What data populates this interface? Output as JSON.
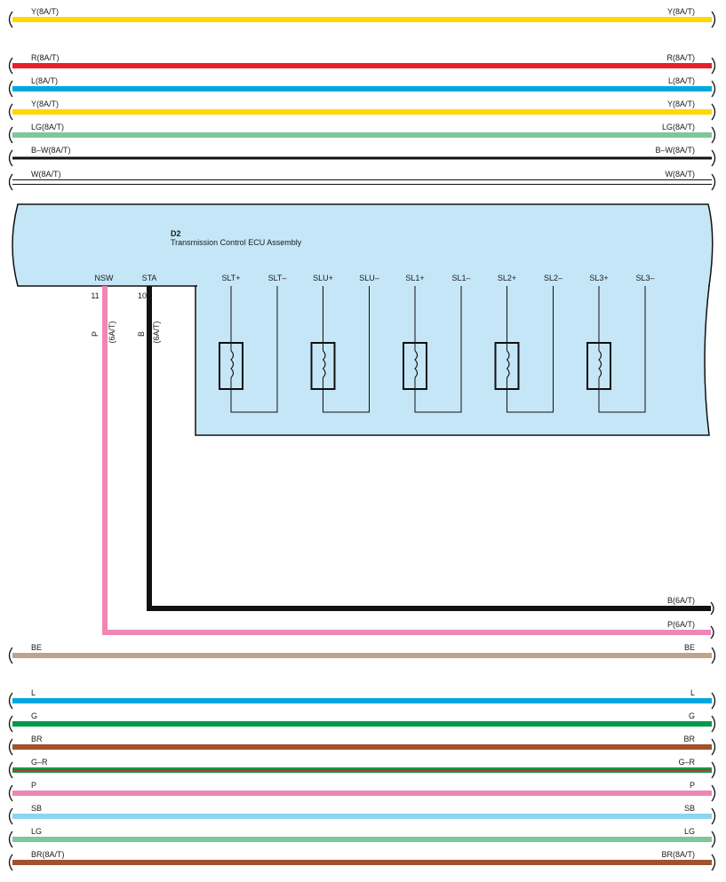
{
  "colors": {
    "Y": "#ffd800",
    "R": "#e8202a",
    "L": "#00a8e0",
    "LG": "#7fc69a",
    "BW": "#000000",
    "W": "#ffffff",
    "P": "#ef86b6",
    "B": "#111111",
    "BE": "#bda48c",
    "G": "#009a48",
    "BR": "#a0522d",
    "GR_green": "#009a48",
    "GR_red": "#e8202a",
    "SB": "#8ed3ef",
    "ecu_fill": "#c5e6f7"
  },
  "top_wires": [
    {
      "label_left": "Y(8A/T)",
      "label_right": "Y(8A/T)",
      "color": "Y"
    },
    {
      "label_left": "R(8A/T)",
      "label_right": "R(8A/T)",
      "color": "R"
    },
    {
      "label_left": "L(8A/T)",
      "label_right": "L(8A/T)",
      "color": "L"
    },
    {
      "label_left": "Y(8A/T)",
      "label_right": "Y(8A/T)",
      "color": "Y"
    },
    {
      "label_left": "LG(8A/T)",
      "label_right": "LG(8A/T)",
      "color": "LG"
    },
    {
      "label_left": "B–W(8A/T)",
      "label_right": "B–W(8A/T)",
      "color": "BW"
    },
    {
      "label_left": "W(8A/T)",
      "label_right": "W(8A/T)",
      "color": "W"
    }
  ],
  "ecu": {
    "code": "D2",
    "name": "Transmission Control ECU Assembly",
    "pins": [
      "NSW",
      "STA"
    ],
    "pin_numbers": [
      "11",
      "10"
    ],
    "solenoid_pins": [
      "SLT+",
      "SLT–",
      "SLU+",
      "SLU–",
      "SL1+",
      "SL1–",
      "SL2+",
      "SL2–",
      "SL3+",
      "SL3–"
    ]
  },
  "vertical_wires": [
    {
      "color_code": "P",
      "note": "(6A/T)",
      "color": "P"
    },
    {
      "color_code": "B",
      "note": "(6A/T)",
      "color": "B"
    }
  ],
  "bend_labels": [
    "B(6A/T)",
    "P(6A/T)"
  ],
  "bottom_wires": [
    {
      "label_left": "BE",
      "label_right": "BE",
      "color": "BE"
    },
    {
      "label_left": "L",
      "label_right": "L",
      "color": "L"
    },
    {
      "label_left": "G",
      "label_right": "G",
      "color": "G"
    },
    {
      "label_left": "BR",
      "label_right": "BR",
      "color": "BR"
    },
    {
      "label_left": "G–R",
      "label_right": "G–R",
      "color": "GR"
    },
    {
      "label_left": "P",
      "label_right": "P",
      "color": "P"
    },
    {
      "label_left": "SB",
      "label_right": "SB",
      "color": "SB"
    },
    {
      "label_left": "LG",
      "label_right": "LG",
      "color": "LG"
    },
    {
      "label_left": "BR(8A/T)",
      "label_right": "BR(8A/T)",
      "color": "BR"
    }
  ]
}
